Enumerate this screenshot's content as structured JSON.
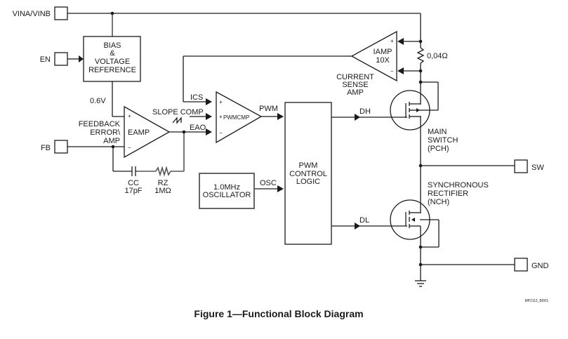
{
  "pins": {
    "vin": "VINA/VINB",
    "en": "EN",
    "fb": "FB",
    "sw": "SW",
    "gnd": "GND"
  },
  "blocks": {
    "bias": [
      "BIAS",
      "&",
      "VOLTAGE",
      "REFERENCE"
    ],
    "oscillator": [
      "1.0MHz",
      "OSCILLATOR"
    ],
    "pwm_logic": [
      "PWM",
      "CONTROL",
      "LOGIC"
    ]
  },
  "amplifiers": {
    "eamp": {
      "label": "EAMP",
      "plus": "+",
      "minus": "−",
      "desc": [
        "FEEDBACK",
        "ERROR\\",
        "AMP"
      ]
    },
    "pwmcmp": {
      "label": "PWMCMP",
      "plus": "+",
      "plus2": "+",
      "minus": "−"
    },
    "iamp": {
      "label": [
        "IAMP",
        "10X"
      ],
      "plus": "+",
      "minus": "−",
      "desc": [
        "CURRENT",
        "SENSE",
        "AMP"
      ]
    }
  },
  "signals": {
    "ref": "0.6V",
    "slope": "SLOPE COMP",
    "ics": "ICS",
    "eao": "EAO",
    "pwm": "PWM",
    "osc": "OSC",
    "dh": "DH",
    "dl": "DL"
  },
  "components": {
    "cc": [
      "CC",
      "17pF"
    ],
    "rz": [
      "RZ",
      "1MΩ"
    ],
    "rsense": "0,04Ω",
    "main_switch": [
      "MAIN",
      "SWITCH",
      "(PCH)"
    ],
    "sync_rect": [
      "SYNCHRONOUS",
      "RECTIFIER",
      "(NCH)"
    ]
  },
  "drawing_id": "MP2112_BD01",
  "caption": "Figure 1—Functional Block Diagram"
}
